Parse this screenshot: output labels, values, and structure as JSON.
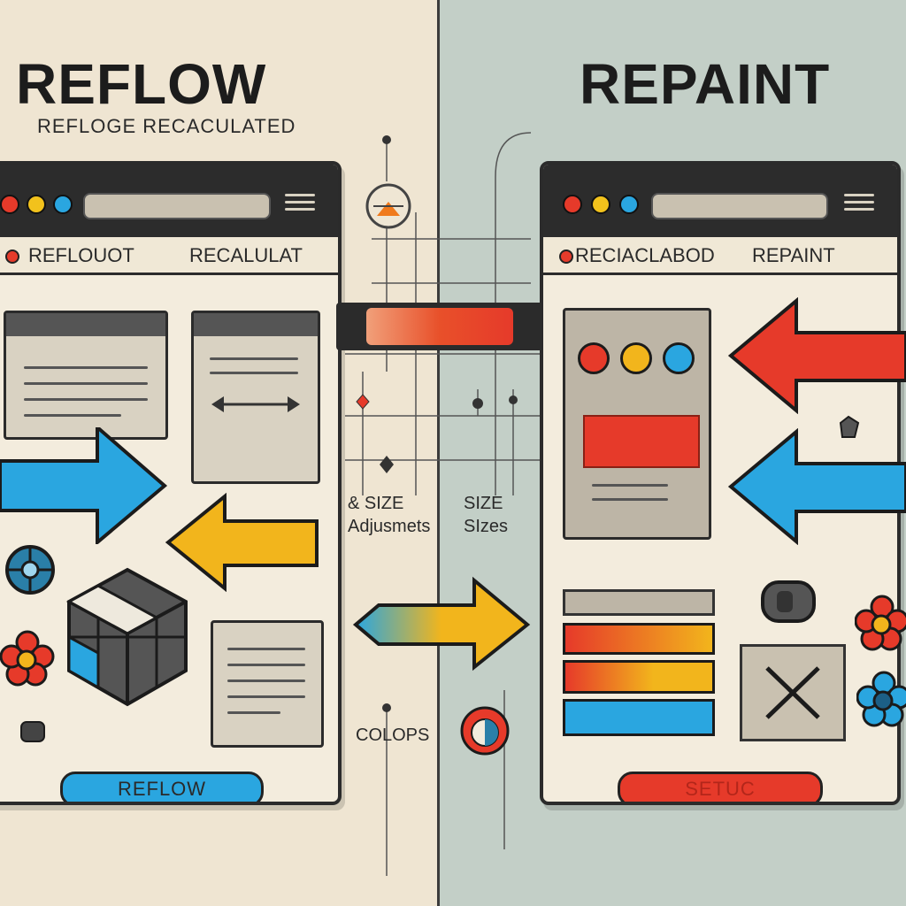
{
  "left": {
    "title": "REFLOW",
    "subtitle": "REFLOGE RECACULATED",
    "window": {
      "status_label_1": "REFLOUOT",
      "status_label_2": "RECALULAT",
      "button_label": "REFLOW"
    }
  },
  "right": {
    "title": "REPAINT",
    "window": {
      "status_label_1": "RECIACLABOD",
      "status_label_2": "REPAINT",
      "button_label": "SETUC"
    }
  },
  "middle": {
    "label_left": "& SIZE\nAdjusmets",
    "label_right": "SIZE\nSIzes",
    "label_colors": "COLOPS"
  },
  "colors": {
    "red": "#e63a2a",
    "blue": "#2aa6e0",
    "yellow": "#f2b51c",
    "dark": "#2b2b2b"
  }
}
